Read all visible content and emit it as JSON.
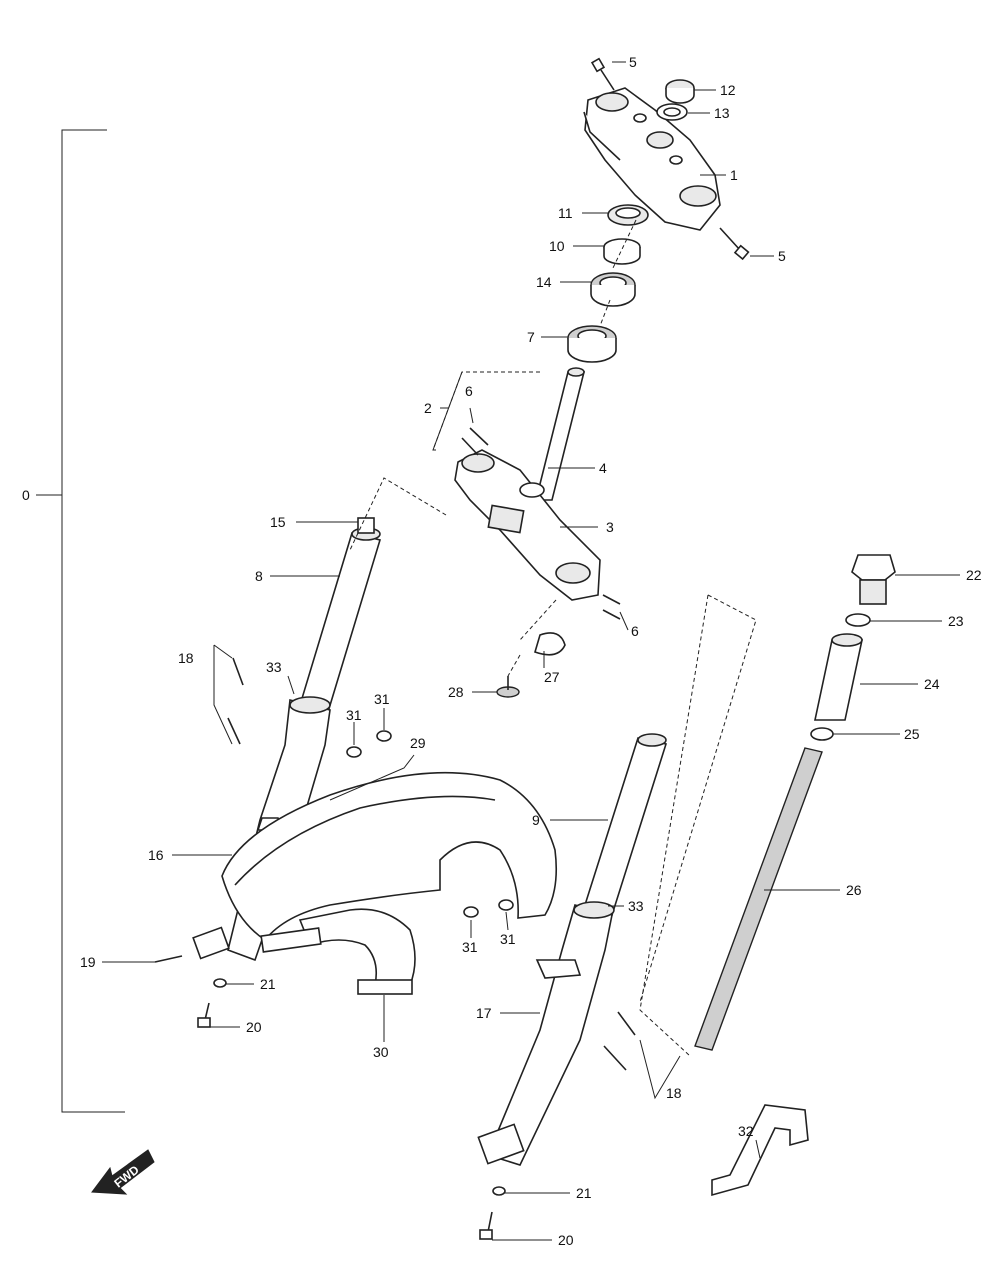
{
  "callouts": {
    "c0": "0",
    "c1": "1",
    "c2": "2",
    "c3": "3",
    "c4": "4",
    "c5a": "5",
    "c5b": "5",
    "c6a": "6",
    "c6b": "6",
    "c7": "7",
    "c8": "8",
    "c9": "9",
    "c10": "10",
    "c11": "11",
    "c12": "12",
    "c13": "13",
    "c14": "14",
    "c15": "15",
    "c16": "16",
    "c17": "17",
    "c18a": "18",
    "c18b": "18",
    "c19": "19",
    "c20a": "20",
    "c20b": "20",
    "c21a": "21",
    "c21b": "21",
    "c22": "22",
    "c23": "23",
    "c24": "24",
    "c25": "25",
    "c26": "26",
    "c27": "27",
    "c28": "28",
    "c29": "29",
    "c30": "30",
    "c31a": "31",
    "c31b": "31",
    "c31c": "31",
    "c31d": "31",
    "c32": "32",
    "c33a": "33",
    "c33b": "33"
  },
  "fwd_label": "FWD"
}
